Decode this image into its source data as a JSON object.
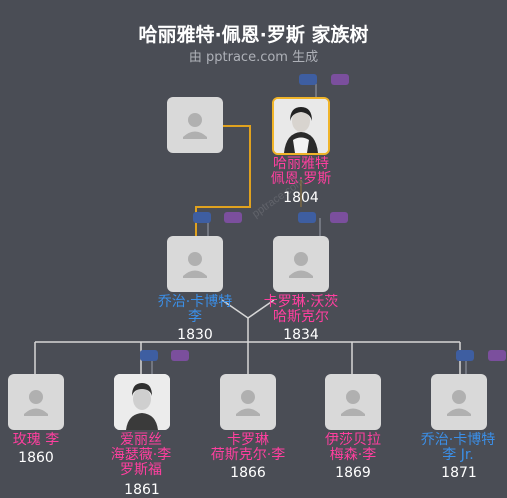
{
  "header": {
    "title": "哈丽雅特·佩恩·罗斯 家族树",
    "subtitle": "由 pptrace.com 生成"
  },
  "colors": {
    "background": "#4a4d55",
    "female_name": "#ff3f9f",
    "male_name": "#3b8fe8",
    "highlight_border": "#f0b429",
    "line": "#d7d7d7",
    "ancestor_line": "#e0a21f"
  },
  "watermark": "pptrace.com",
  "people": {
    "unknown_parent": {
      "name": "",
      "year": ""
    },
    "harriet": {
      "name_line1": "哈丽雅特",
      "name_line2": "佩恩·罗斯",
      "year": "1804"
    },
    "george": {
      "name_line1": "乔治·卡博特",
      "name_line2": "李",
      "year": "1830"
    },
    "caroline": {
      "name_line1": "卡罗琳·沃茨",
      "name_line2": "哈斯克尔",
      "year": "1834"
    },
    "rose": {
      "name_line1": "玫瑰 李",
      "year": "1860"
    },
    "alice": {
      "name_line1": "爱丽丝",
      "name_line2": "海瑟薇·李",
      "name_line3": "罗斯福",
      "year": "1861"
    },
    "caroline2": {
      "name_line1": "卡罗琳",
      "name_line2": "荷斯克尔·李",
      "year": "1866"
    },
    "elizabeth": {
      "name_line1": "伊莎贝拉",
      "name_line2": "梅森·李",
      "year": "1869"
    },
    "george2": {
      "name_line1": "乔治·卡博特",
      "name_line2": "李 Jr.",
      "year": "1871"
    }
  }
}
